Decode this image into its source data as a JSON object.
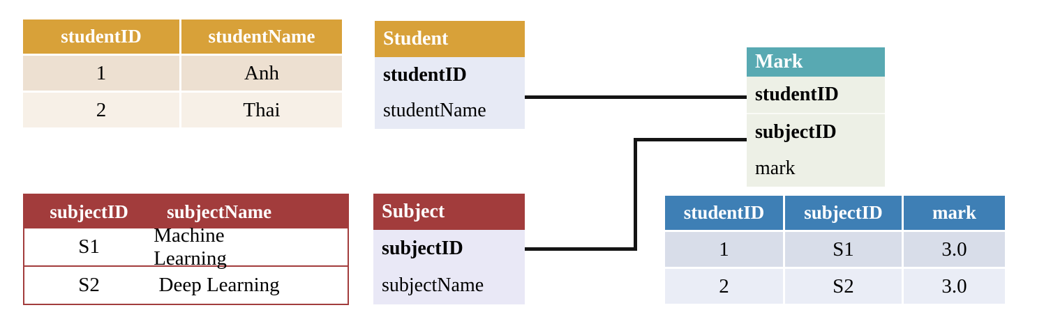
{
  "student_table": {
    "headers": [
      "studentID",
      "studentName"
    ],
    "rows": [
      [
        "1",
        "Anh"
      ],
      [
        "2",
        "Thai"
      ]
    ]
  },
  "subject_table": {
    "headers": [
      "subjectID",
      "subjectName"
    ],
    "rows": [
      [
        "S1",
        "Machine Learning"
      ],
      [
        "S2",
        "Deep Learning"
      ]
    ]
  },
  "mark_table": {
    "headers": [
      "studentID",
      "subjectID",
      "mark"
    ],
    "rows": [
      [
        "1",
        "S1",
        "3.0"
      ],
      [
        "2",
        "S2",
        "3.0"
      ]
    ]
  },
  "student_entity": {
    "title": "Student",
    "fields": [
      "studentID",
      "studentName"
    ]
  },
  "subject_entity": {
    "title": "Subject",
    "fields": [
      "subjectID",
      "subjectName"
    ]
  },
  "mark_entity": {
    "title": "Mark",
    "fields": [
      "studentID",
      "subjectID",
      "mark"
    ]
  },
  "colors": {
    "gold": "#D8A139",
    "dark_red": "#A23C3C",
    "teal": "#58A9B2",
    "blue": "#3E7FB5",
    "tan_row_odd": "#EDE0D1",
    "tan_row_even": "#F7F0E7",
    "blue_row_odd": "#D8DDE9",
    "blue_row_even": "#EAEDF6",
    "student_body": "#E7EAF5",
    "subject_body": "#E9E8F6",
    "mark_body": "#EDF0E6",
    "connector": "#141414"
  }
}
